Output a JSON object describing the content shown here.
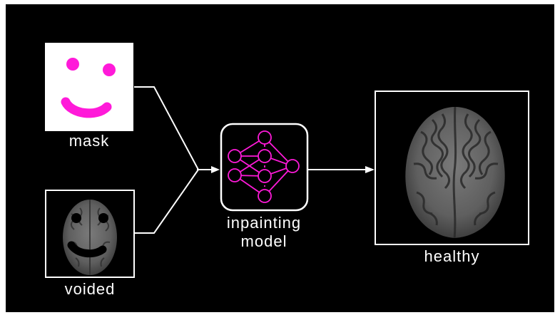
{
  "diagram": {
    "nodes": {
      "mask": {
        "label": "mask"
      },
      "voided": {
        "label": "voided"
      },
      "model": {
        "label_line1": "inpainting",
        "label_line2": "model"
      },
      "healthy": {
        "label": "healthy"
      }
    }
  },
  "colors": {
    "background": "#000000",
    "foreground": "#ffffff",
    "accent_magenta": "#ff1ad9",
    "brain_tissue": "#6c6c6c",
    "brain_sulci": "#2a2a2a"
  }
}
